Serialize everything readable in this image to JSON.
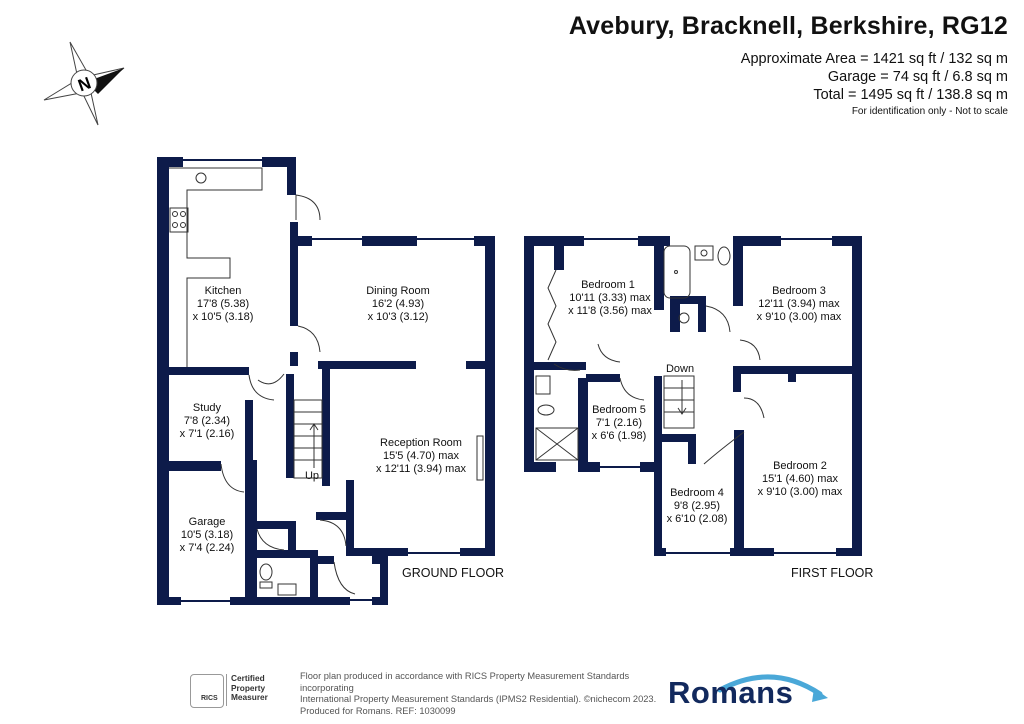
{
  "header": {
    "title": "Avebury, Bracknell, Berkshire, RG12",
    "area": "Approximate Area = 1421 sq ft / 132 sq m",
    "garage": "Garage = 74 sq ft / 6.8 sq m",
    "total": "Total = 1495 sq ft / 138.8 sq m",
    "note": "For identification only - Not to scale"
  },
  "compass": {
    "letter": "N"
  },
  "ground_floor": {
    "label": "GROUND FLOOR",
    "kitchen": {
      "name": "Kitchen",
      "dim1": "17'8 (5.38)",
      "dim2": "x 10'5 (3.18)"
    },
    "dining": {
      "name": "Dining Room",
      "dim1": "16'2 (4.93)",
      "dim2": "x 10'3 (3.12)"
    },
    "study": {
      "name": "Study",
      "dim1": "7'8 (2.34)",
      "dim2": "x 7'1 (2.16)"
    },
    "reception": {
      "name": "Reception Room",
      "dim1": "15'5 (4.70) max",
      "dim2": "x 12'11 (3.94) max"
    },
    "garage": {
      "name": "Garage",
      "dim1": "10'5 (3.18)",
      "dim2": "x 7'4 (2.24)"
    },
    "stairs": "Up"
  },
  "first_floor": {
    "label": "FIRST FLOOR",
    "bedroom1": {
      "name": "Bedroom 1",
      "dim1": "10'11 (3.33) max",
      "dim2": "x 11'8 (3.56) max"
    },
    "bedroom3": {
      "name": "Bedroom 3",
      "dim1": "12'11 (3.94) max",
      "dim2": "x 9'10 (3.00) max"
    },
    "bedroom5": {
      "name": "Bedroom 5",
      "dim1": "7'1 (2.16)",
      "dim2": "x 6'6 (1.98)"
    },
    "bedroom2": {
      "name": "Bedroom 2",
      "dim1": "15'1 (4.60) max",
      "dim2": "x 9'10 (3.00) max"
    },
    "bedroom4": {
      "name": "Bedroom 4",
      "dim1": "9'8 (2.95)",
      "dim2": "x 6'10 (2.08)"
    },
    "stairs": "Down"
  },
  "footer": {
    "line1": "Floor plan produced in accordance with RICS Property Measurement Standards incorporating",
    "line2": "International Property Measurement Standards (IPMS2 Residential).  ©nichecom 2023.",
    "line3": "Produced for Romans.   REF: 1030099",
    "rics": "RICS",
    "certified": [
      "Certified",
      "Property",
      "Measurer"
    ],
    "brand": "Romans"
  },
  "colors": {
    "wall": "#0d1b4a",
    "brand": "#12295d",
    "swoosh": "#4aa8d8"
  }
}
